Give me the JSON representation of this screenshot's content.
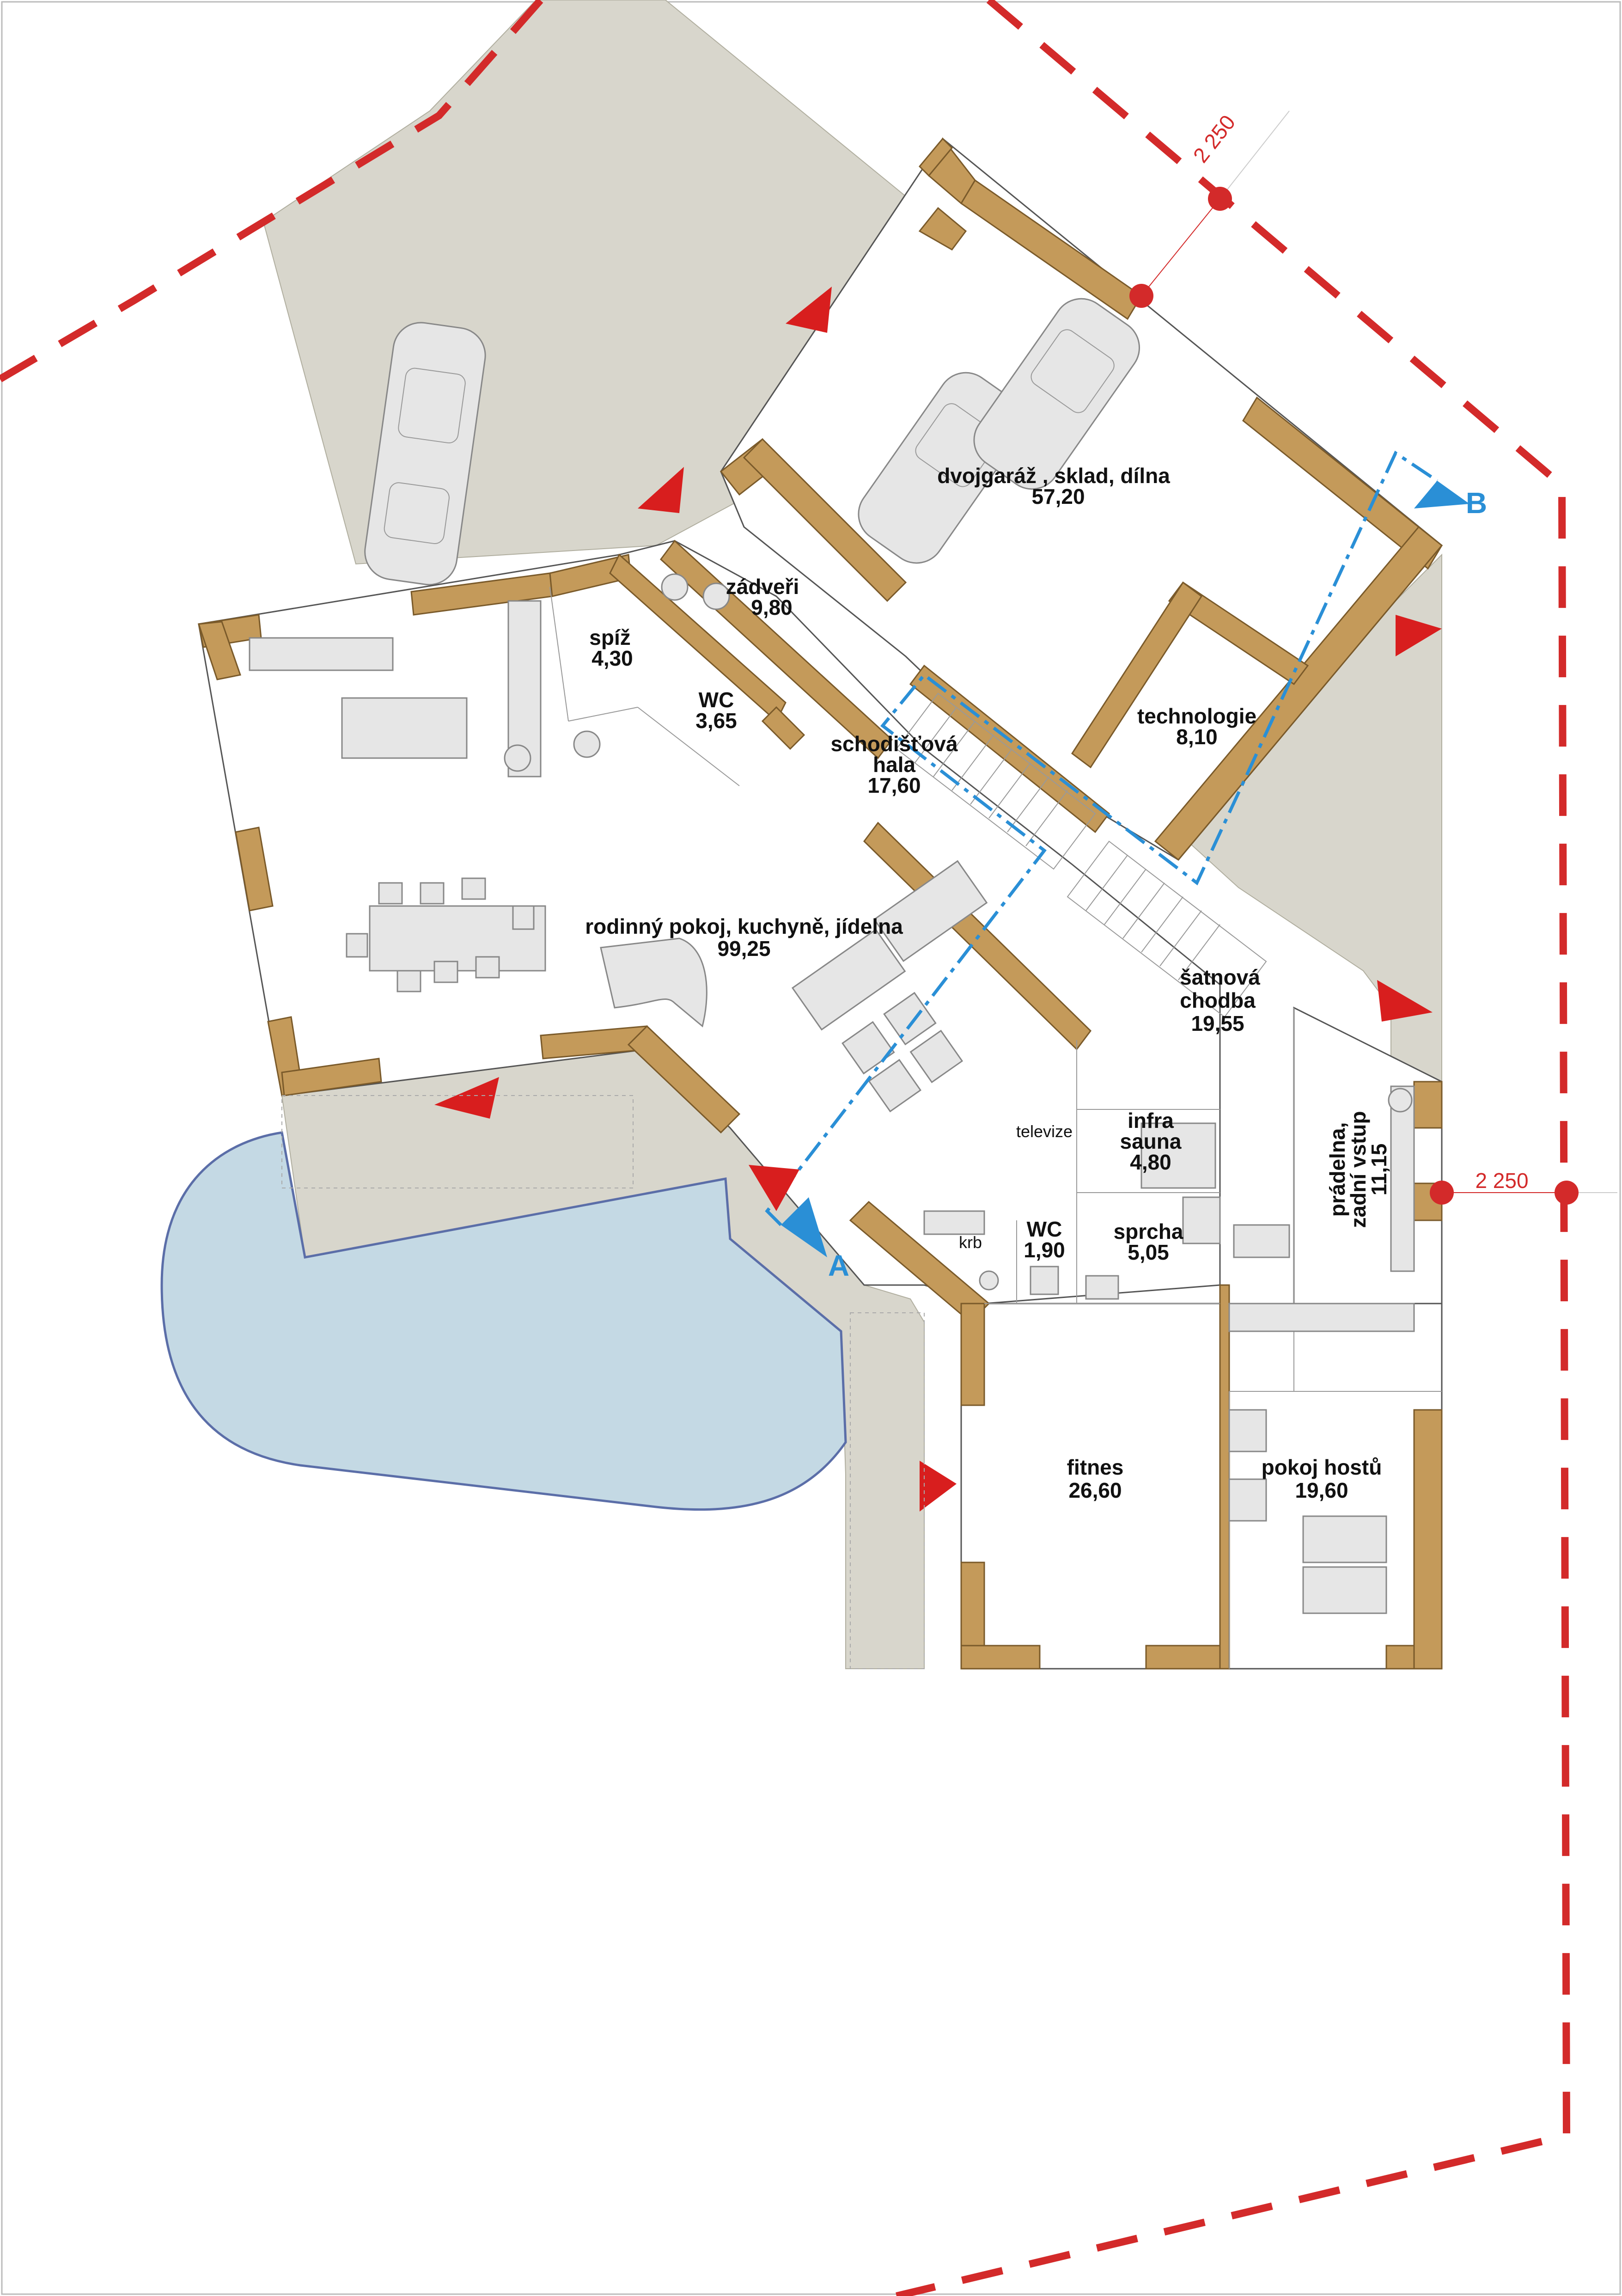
{
  "rooms": [
    {
      "name": "dvojgaráž , sklad, dílna",
      "area": "57,20"
    },
    {
      "name": "zádveři",
      "area": "9,80"
    },
    {
      "name": "spíž",
      "area": "4,30"
    },
    {
      "name": "WC",
      "area": "3,65"
    },
    {
      "name": "schodišťová",
      "name2": "hala",
      "area": "17,60"
    },
    {
      "name": "technologie",
      "area": "8,10"
    },
    {
      "name": "rodinný pokoj, kuchyně, jídelna",
      "area": "99,25"
    },
    {
      "name": "šatnová",
      "name2": "chodba",
      "area": "19,55"
    },
    {
      "name": "infra",
      "name2": "sauna",
      "area": "4,80"
    },
    {
      "name": "WC",
      "area": "1,90"
    },
    {
      "name": "sprcha",
      "area": "5,05"
    },
    {
      "name": "prádelna,",
      "name2": "zadní vstup",
      "area": "11,15"
    },
    {
      "name": "fitnes",
      "area": "26,60"
    },
    {
      "name": "pokoj hostů",
      "area": "19,60"
    }
  ],
  "annotations": {
    "krb": "krb",
    "televize": "televize"
  },
  "dimensions": {
    "top": "2 250",
    "right": "2 250"
  },
  "section_markers": {
    "a": "A",
    "b": "B"
  },
  "colors": {
    "wall": "#c49a5a",
    "boundary": "#d32a2a",
    "section_line": "#2a8fd6",
    "pool": "#c4d9e4",
    "paving": "#d8d6cc"
  }
}
